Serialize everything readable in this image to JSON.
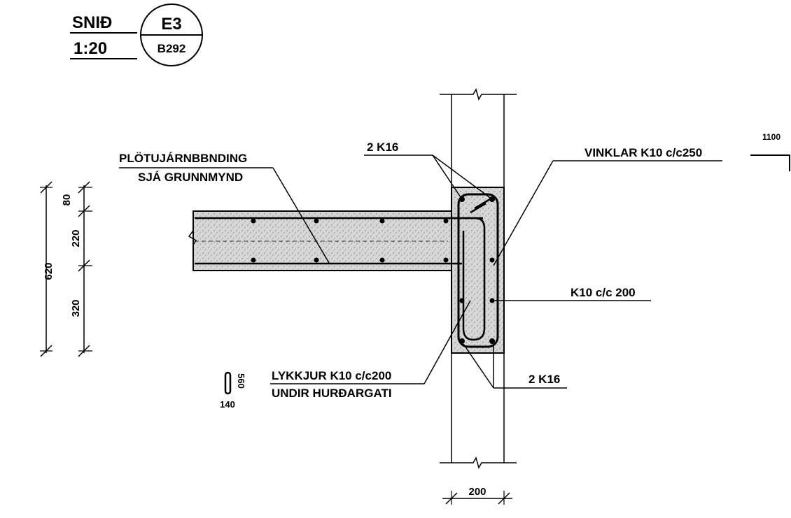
{
  "title_block": {
    "section_label": "SNIÐ",
    "scale": "1:20",
    "section_id": "E3",
    "sheet_ref": "B292"
  },
  "labels": {
    "plate_reinforcement_line1": "PLÖTUJÁRNBBNDING",
    "plate_reinforcement_line2": "SJÁ GRUNNMYND",
    "top_bars": "2 K16",
    "stirrups": "VINKLAR K10 c/c250",
    "side_bars": "K10 c/c 200",
    "bottom_bars": "2 K16",
    "loops_line1": "LYKKJUR K10 c/c200",
    "loops_line2": "UNDIR HURÐARGATI"
  },
  "dimensions": {
    "total_height": "620",
    "slab_top": "80",
    "slab_body": "220",
    "beam_lower": "320",
    "wall_width": "200",
    "loop_length": "560",
    "loop_width": "140",
    "edge_ref": "1100"
  }
}
